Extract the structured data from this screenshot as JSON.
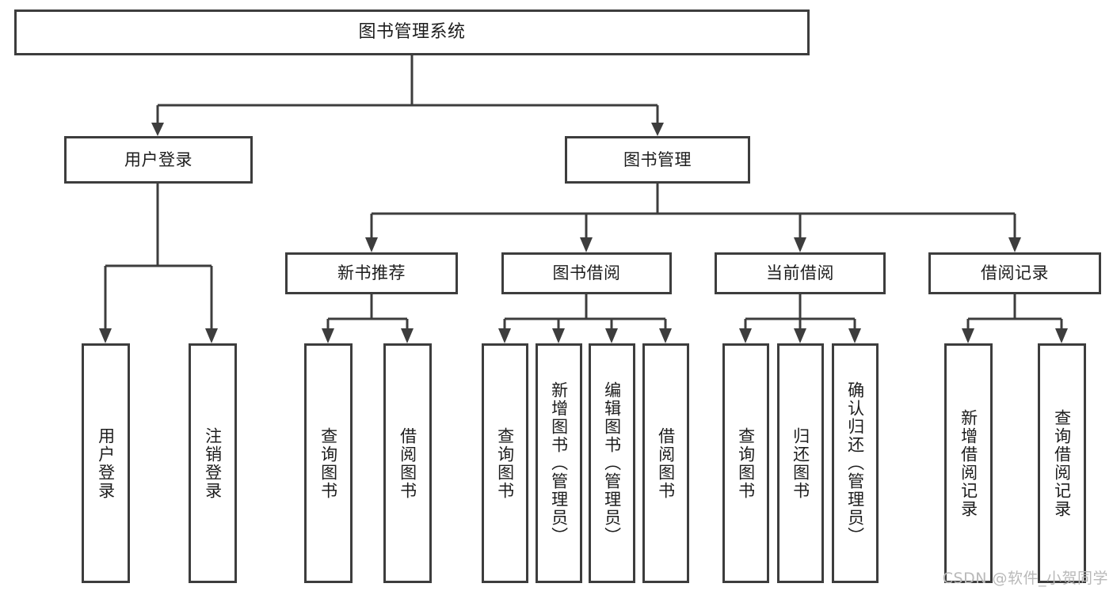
{
  "diagram": {
    "type": "tree",
    "title": "图书管理系统",
    "background_color": "#ffffff",
    "line_color": "#3d3d3d",
    "text_color": "#1d1d1d",
    "root": {
      "label": "图书管理系统"
    },
    "level2": [
      {
        "label": "用户登录"
      },
      {
        "label": "图书管理"
      }
    ],
    "level3": [
      {
        "label": "新书推荐"
      },
      {
        "label": "图书借阅"
      },
      {
        "label": "当前借阅"
      },
      {
        "label": "借阅记录"
      }
    ],
    "leaves": {
      "user_login": [
        {
          "label": "用户登录"
        },
        {
          "label": "注销登录"
        }
      ],
      "new_book_recommend": [
        {
          "label": "查询图书"
        },
        {
          "label": "借阅图书"
        }
      ],
      "book_borrow": [
        {
          "label": "查询图书"
        },
        {
          "label": "新增图书（管理员）"
        },
        {
          "label": "编辑图书（管理员）"
        },
        {
          "label": "借阅图书"
        }
      ],
      "current_borrow": [
        {
          "label": "查询图书"
        },
        {
          "label": "归还图书"
        },
        {
          "label": "确认归还（管理员）"
        }
      ],
      "borrow_record": [
        {
          "label": "新增借阅记录"
        },
        {
          "label": "查询借阅记录"
        }
      ]
    }
  },
  "watermark": {
    "text": "CSDN @软件_小贺同学"
  }
}
